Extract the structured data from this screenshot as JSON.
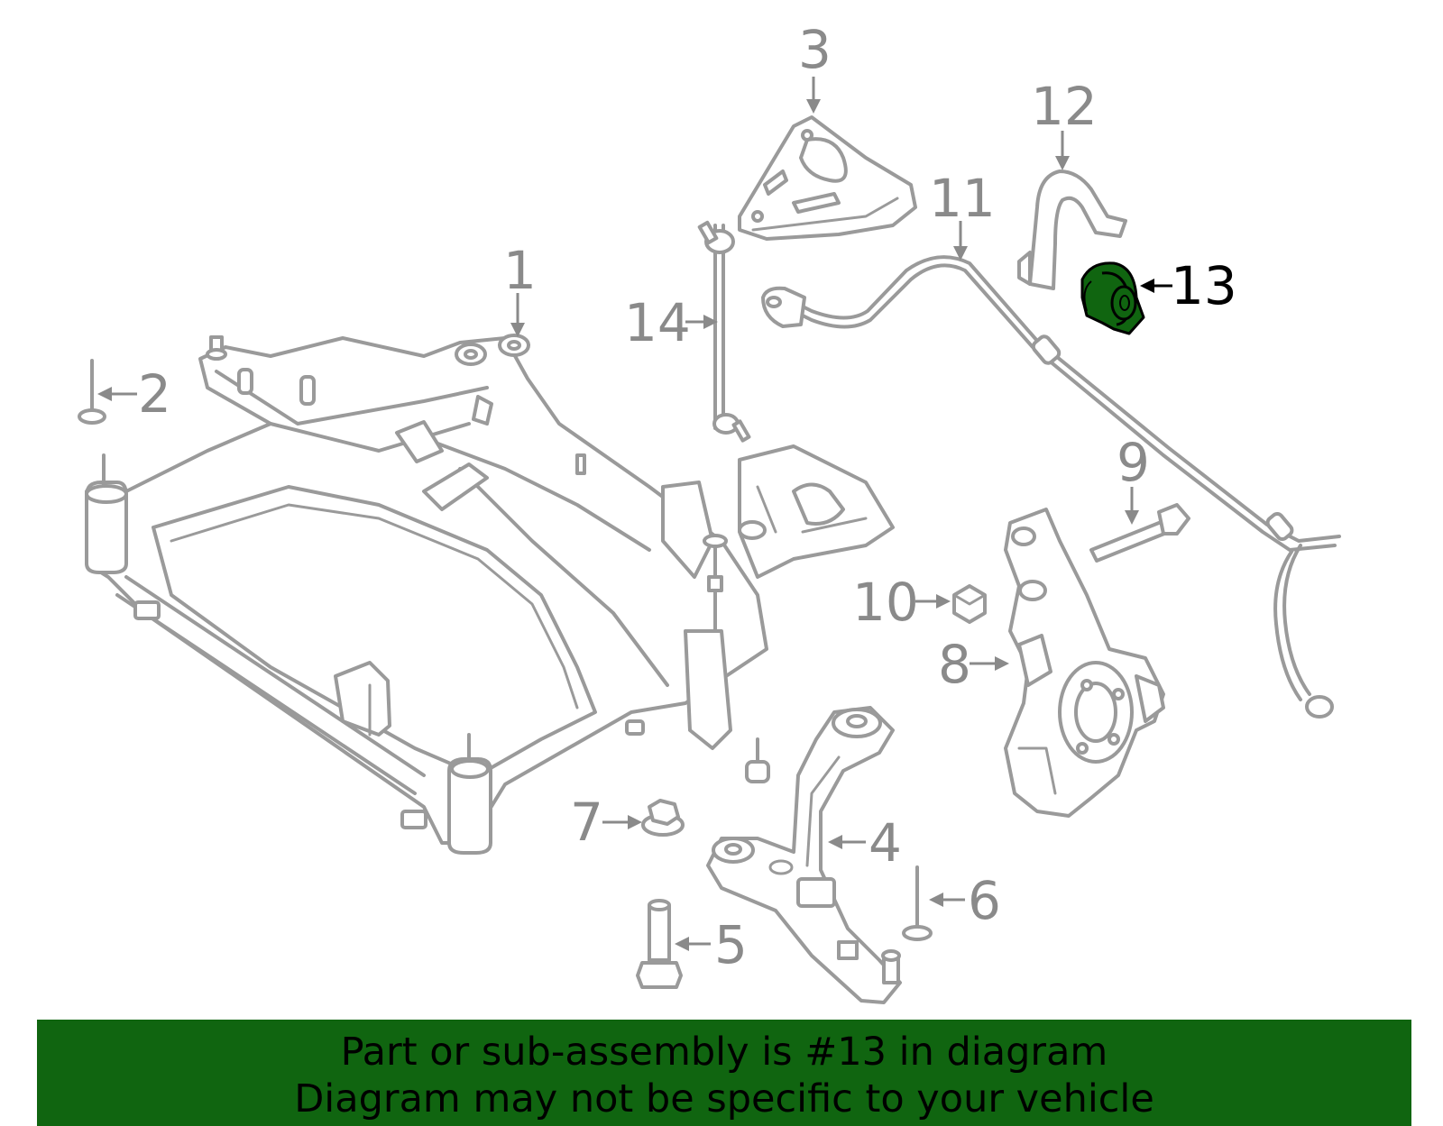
{
  "callouts": {
    "c1": "1",
    "c2": "2",
    "c3": "3",
    "c4": "4",
    "c5": "5",
    "c6": "6",
    "c7": "7",
    "c8": "8",
    "c9": "9",
    "c10": "10",
    "c11": "11",
    "c12": "12",
    "c13": "13",
    "c14": "14"
  },
  "highlight": {
    "part_number": "13",
    "color": "#106510"
  },
  "banner": {
    "line1": "Part or sub-assembly is #13 in diagram",
    "line2": "Diagram may not be specific to your vehicle",
    "background": "#106510"
  }
}
